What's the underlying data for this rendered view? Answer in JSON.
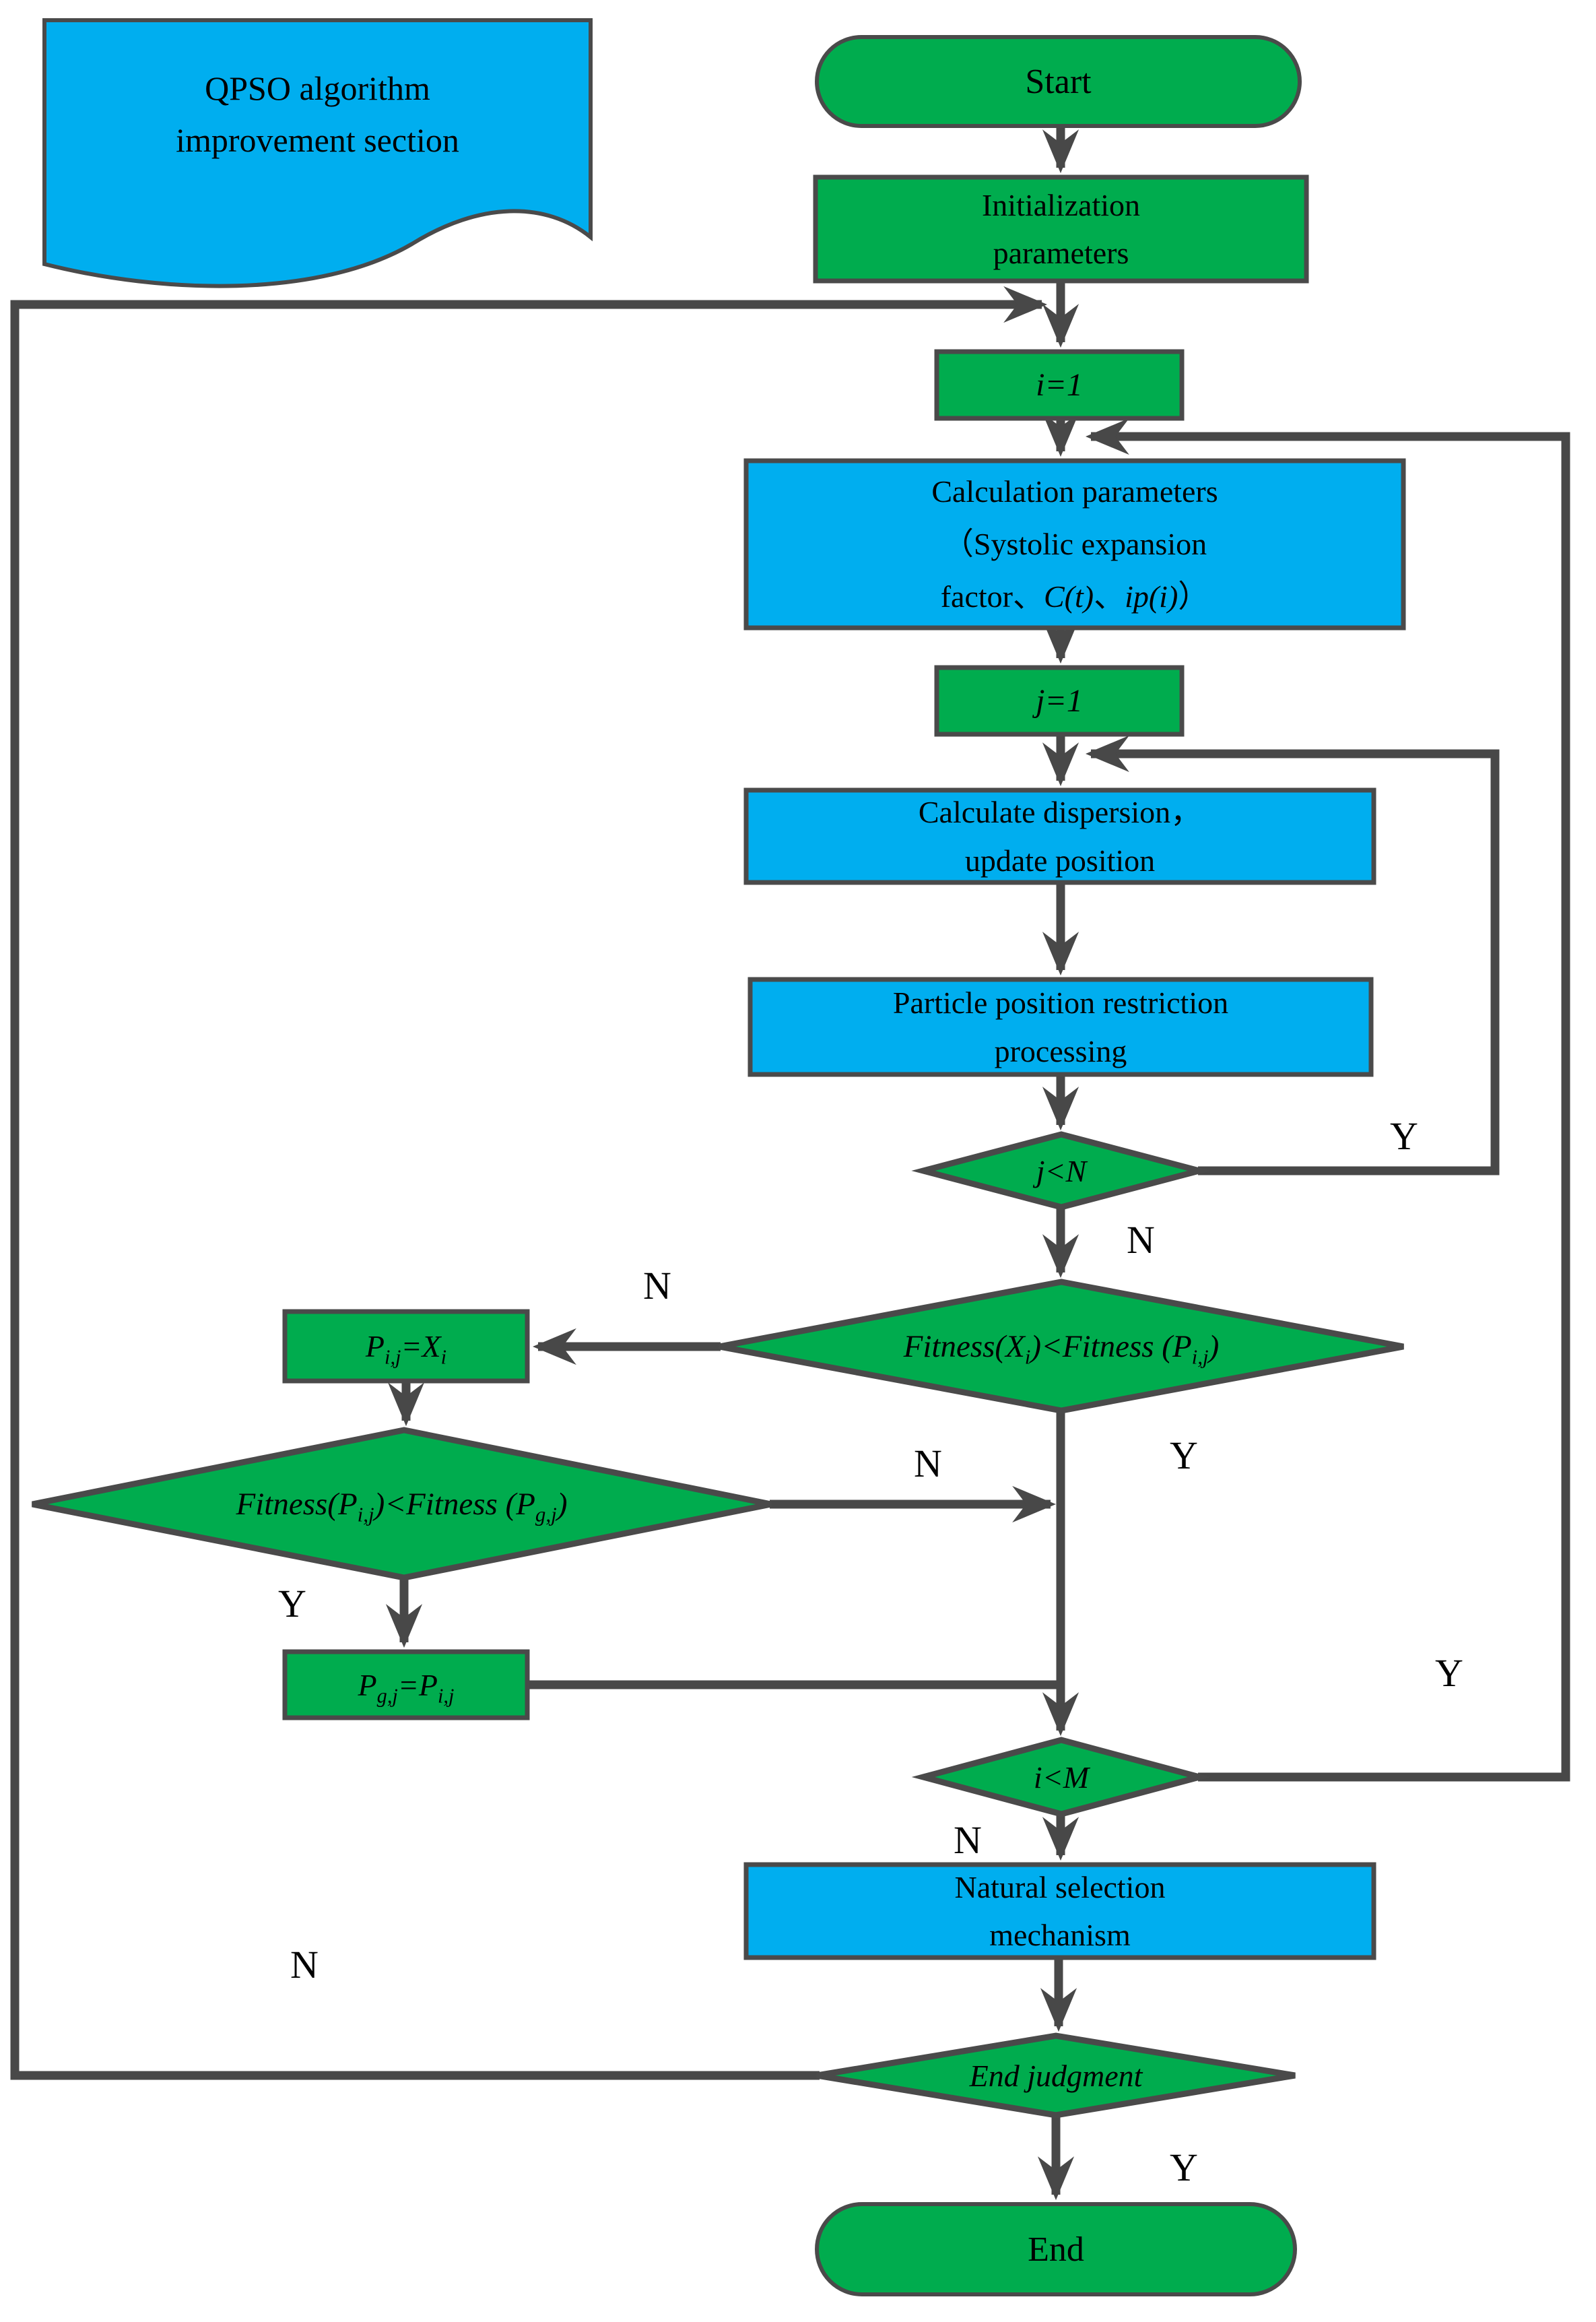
{
  "title_annotation": {
    "line1": "QPSO algorithm",
    "line2": "improvement section"
  },
  "nodes": {
    "start": "Start",
    "init": {
      "line1": "Initialization",
      "line2": "parameters"
    },
    "i_init": "i=1",
    "calc_params": {
      "line1": "Calculation parameters",
      "line2": "（Systolic expansion",
      "line3_a": "factor、",
      "line3_b": "C(t)",
      "line3_c": "、",
      "line3_d": "ip(i)",
      "line3_e": "）"
    },
    "j_init": "j=1",
    "dispersion": {
      "line1": "Calculate dispersion，",
      "line2": "update position"
    },
    "particle": {
      "line1": "Particle position restriction",
      "line2": "processing"
    },
    "j_check": "j<N",
    "fitness_x": {
      "a": "Fitness(X",
      "a_sub": "i",
      "b": ")<Fitness (P",
      "b_sub": "i,j",
      "c": ")"
    },
    "p_update": {
      "a": "P",
      "a_sub": "i,j",
      "b": "=X",
      "b_sub": "i"
    },
    "fitness_p": {
      "a": "Fitness(P",
      "a_sub": "i,j",
      "b": ")<Fitness (P",
      "b_sub": "g,j",
      "c": ")"
    },
    "g_update": {
      "a": "P",
      "a_sub": "g,j",
      "b": "=P",
      "b_sub": "i,j"
    },
    "i_check": "i<M",
    "natural": {
      "line1": "Natural selection",
      "line2": "mechanism"
    },
    "end_judgment": "End judgment",
    "end": "End"
  },
  "branch_labels": {
    "j_check_y": "Y",
    "j_check_n": "N",
    "fitness_x_n": "N",
    "fitness_x_y": "Y",
    "fitness_p_n": "N",
    "fitness_p_y": "Y",
    "i_check_y": "Y",
    "i_check_n": "N",
    "end_n": "N",
    "end_y": "Y"
  },
  "colors": {
    "node_green": "#00AC4E",
    "node_blue": "#00AEEF",
    "line_gray": "#484848"
  }
}
